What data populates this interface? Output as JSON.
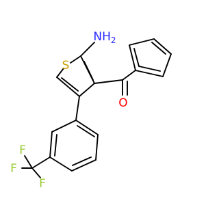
{
  "molecule": {
    "atoms": {
      "nh2": {
        "text": "NH",
        "subscript": "2",
        "color": "#2a2aff"
      },
      "s": {
        "text": "S",
        "color": "#c8a000"
      },
      "o": {
        "text": "O",
        "color": "#ff0000"
      },
      "f1": {
        "text": "F",
        "color": "#99cc33"
      },
      "f2": {
        "text": "F",
        "color": "#99cc33"
      },
      "f3": {
        "text": "F",
        "color": "#99cc33"
      }
    },
    "bond_color": "#000000"
  }
}
